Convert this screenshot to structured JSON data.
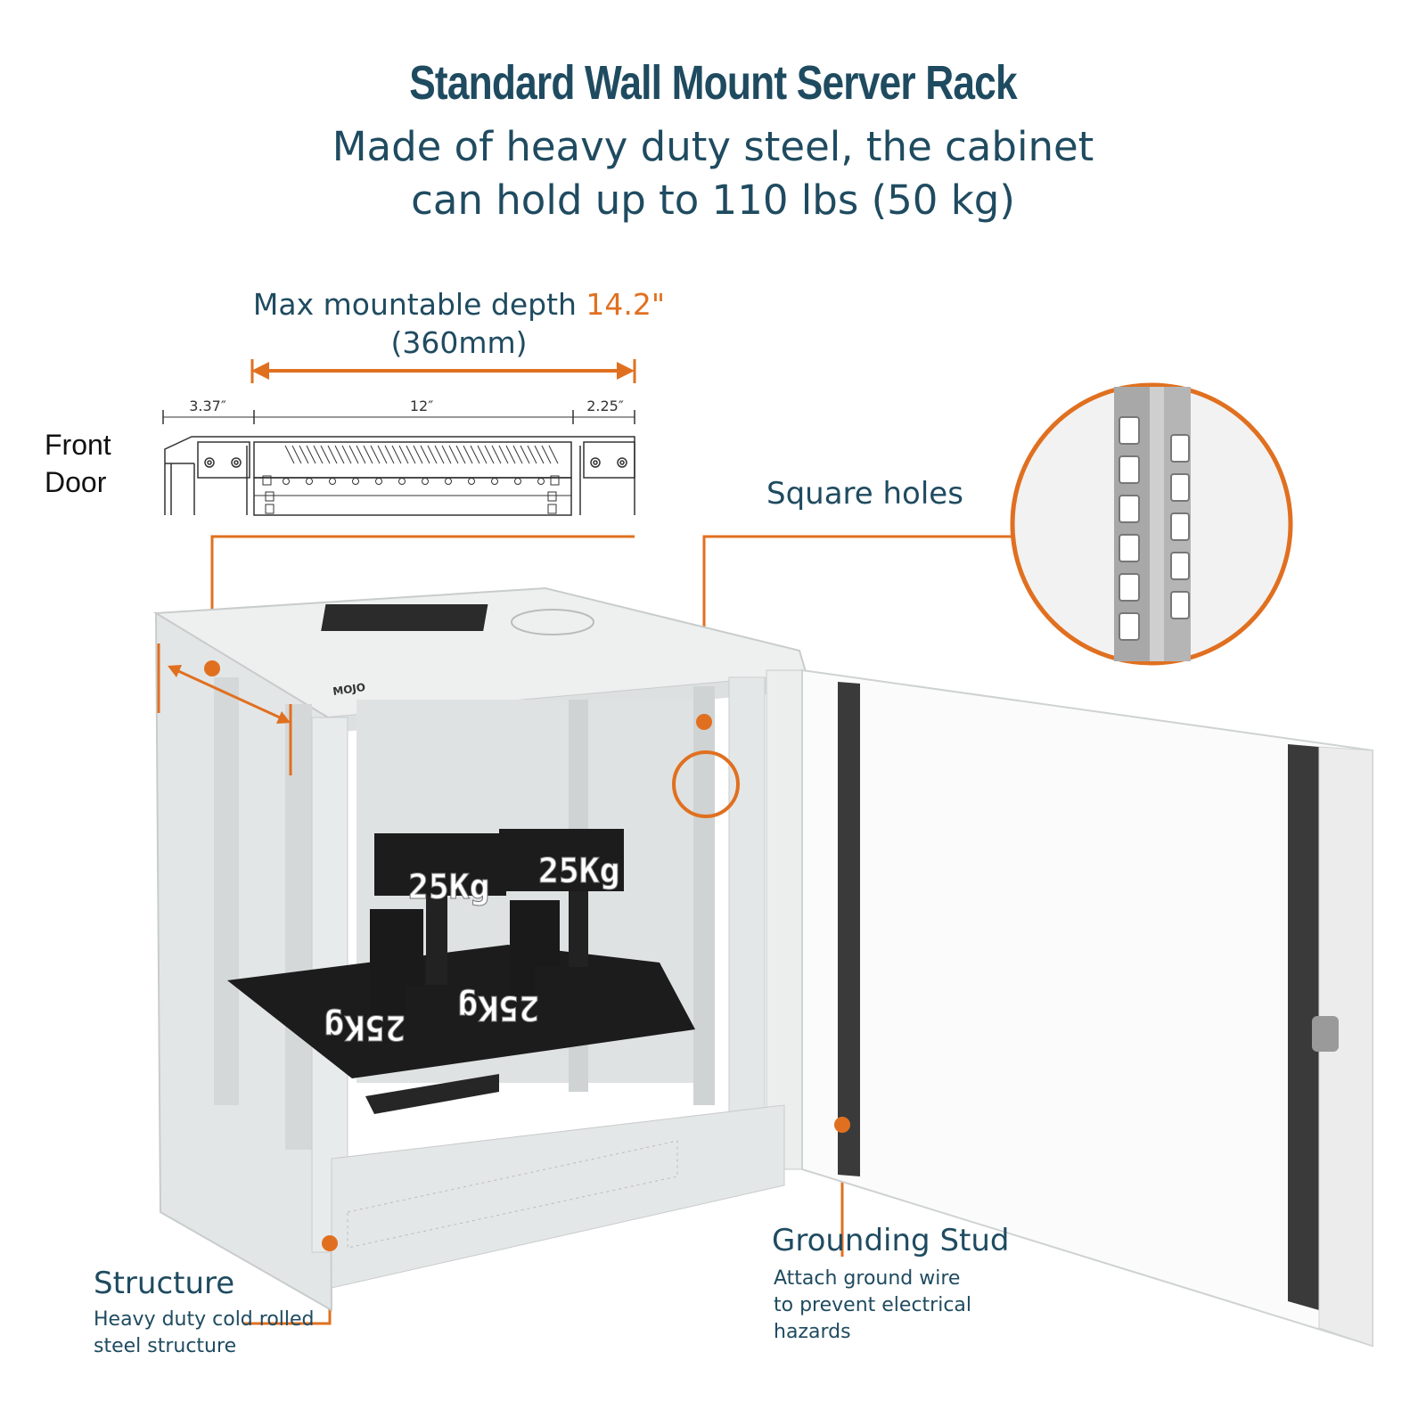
{
  "header": {
    "title": "Standard Wall Mount Server Rack",
    "subtitle_line1": "Made of heavy duty steel, the cabinet",
    "subtitle_line2": "can hold up to 110 lbs (50 kg)"
  },
  "depth": {
    "label": "Max mountable depth ",
    "value": "14.2\"",
    "metric": "(360mm)"
  },
  "dimensions": {
    "front": "3.37″",
    "middle": "12″",
    "rear": "2.25″"
  },
  "front_door_label": [
    "Front",
    "Door"
  ],
  "callouts": {
    "square_holes": "Square holes",
    "structure_title": "Structure",
    "structure_desc_line1": "Heavy duty cold rolled",
    "structure_desc_line2": "steel structure",
    "grounding_title": "Grounding Stud",
    "grounding_desc_line1": "Attach ground wire",
    "grounding_desc_line2": "to prevent electrical",
    "grounding_desc_line3": "hazards"
  },
  "weights": {
    "label": "25Kg"
  },
  "brand": "MOJO",
  "colors": {
    "accent": "#e07020",
    "heading": "#1f4b60",
    "cabinet": "#e9ecec",
    "weight": "#1c1c1c"
  }
}
